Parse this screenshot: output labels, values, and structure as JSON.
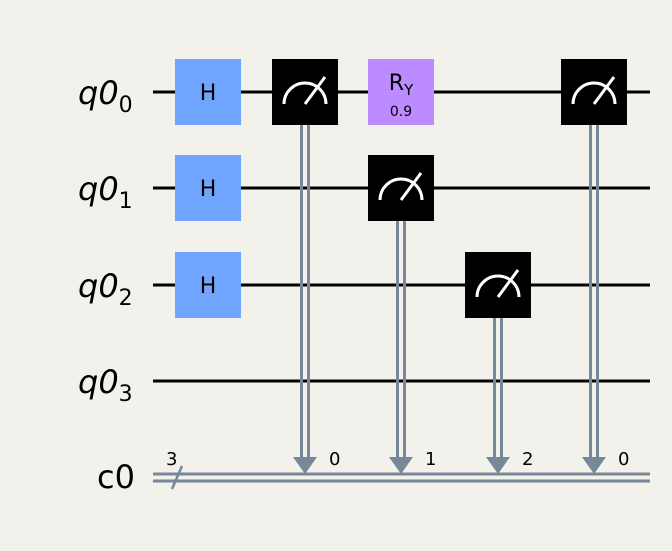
{
  "qubits": [
    {
      "name": "q0",
      "index": "0"
    },
    {
      "name": "q0",
      "index": "1"
    },
    {
      "name": "q0",
      "index": "2"
    },
    {
      "name": "q0",
      "index": "3"
    }
  ],
  "classical": {
    "name": "c0",
    "width": "3"
  },
  "gates": {
    "h": [
      "H",
      "H",
      "H"
    ],
    "ry": {
      "label": "R",
      "sub": "Y",
      "param": "0.9"
    }
  },
  "measure_bits": [
    "0",
    "1",
    "2",
    "0"
  ],
  "colors": {
    "background": "#f2f1eb",
    "hadamard": "#6fa4ff",
    "ry": "#bb8bff",
    "measure": "#000000",
    "classical_wire": "#778899"
  }
}
